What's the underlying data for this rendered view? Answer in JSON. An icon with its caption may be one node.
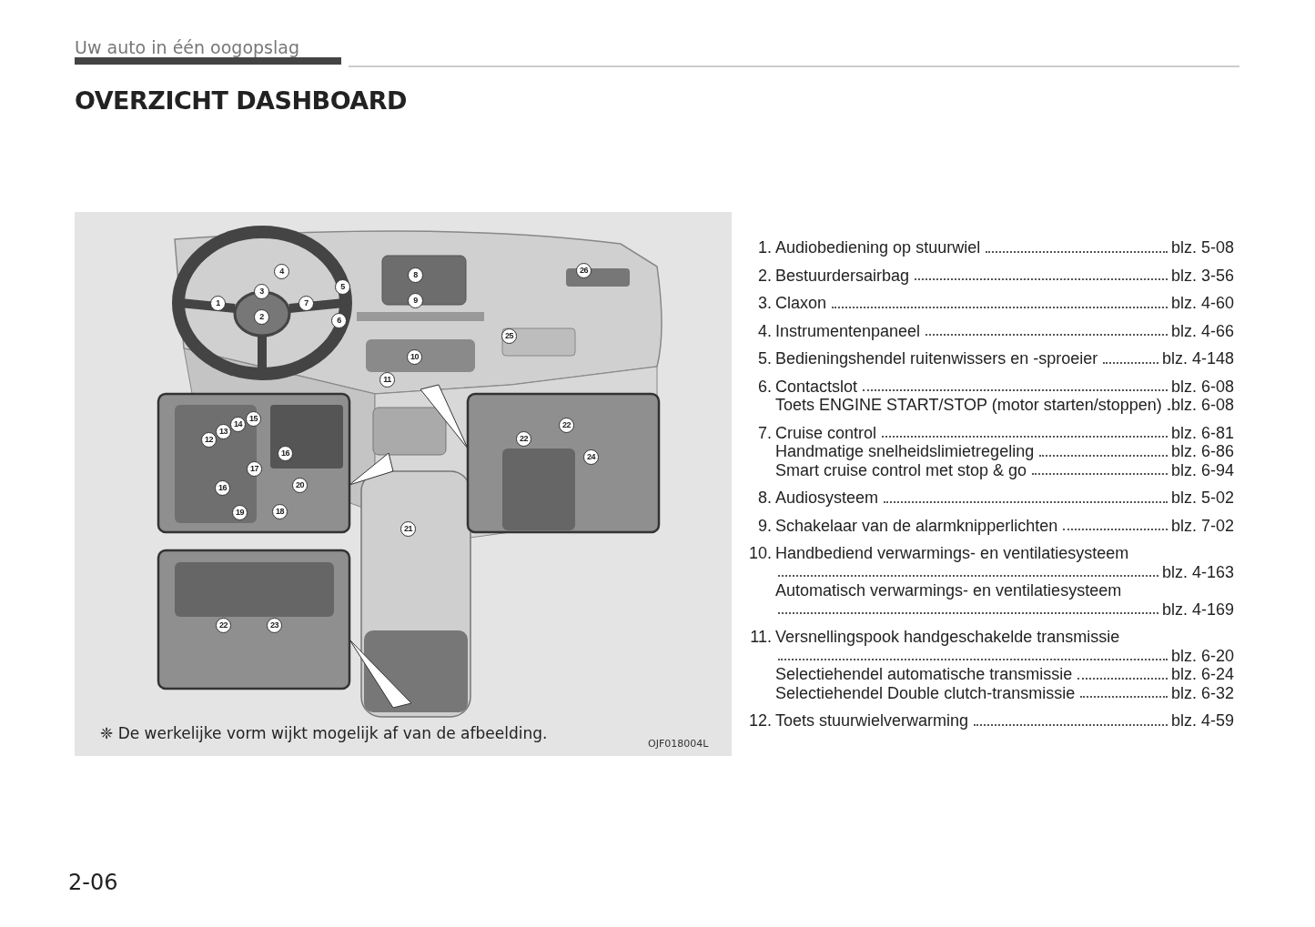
{
  "diagram": {
    "title": "OVERZICHT DASHBOARD",
    "labels": [
      "Uw auto in één oogopslag",
      "4",
      "8",
      "26",
      "3",
      "5",
      "1",
      "7",
      "9",
      "2",
      "6",
      "25",
      "10",
      "11",
      "15",
      "14",
      "13",
      "12",
      "16",
      "17",
      "16",
      "20",
      "19",
      "18",
      "22",
      "22",
      "24",
      "21",
      "22",
      "23",
      "❈ De werkelijke vorm wijkt mogelijk af van de afbeelding.",
      "OJF018004L",
      "1.",
      "Audiobediening op stuurwiel",
      "blz. 5-08",
      "2.",
      "Bestuurdersairbag",
      "blz. 3-56",
      "3.",
      "Claxon",
      "blz. 4-60",
      "4.",
      "Instrumentenpaneel",
      "blz. 4-66",
      "5.",
      "Bedieningshendel ruitenwissers en -sproeier",
      "blz. 4-148",
      "6.",
      "Contactslot",
      "blz. 6-08",
      "Toets ENGINE START/STOP (motor starten/stoppen)",
      "blz. 6-08",
      "7.",
      "Cruise control",
      "blz. 6-81",
      "Handmatige snelheidslimietregeling",
      "blz. 6-86",
      "Smart cruise control met stop & go",
      "blz. 6-94",
      "8.",
      "Audiosysteem",
      "blz. 5-02",
      "9.",
      "Schakelaar van de alarmknipperlichten",
      "blz. 7-02",
      "10.",
      "Handbediend verwarmings- en ventilatiesysteem",
      "blz. 4-163",
      "Automatisch verwarmings- en ventilatiesysteem",
      "blz. 4-169",
      "11.",
      "Versnellingspook handgeschakelde transmissie",
      "blz. 6-20",
      "Selectiehendel automatische transmissie",
      "blz. 6-24",
      "Selectiehendel Double clutch-transmissie",
      "blz. 6-32",
      "12.",
      "Toets stuurwielverwarming",
      "blz. 4-59",
      "2-06"
    ]
  }
}
